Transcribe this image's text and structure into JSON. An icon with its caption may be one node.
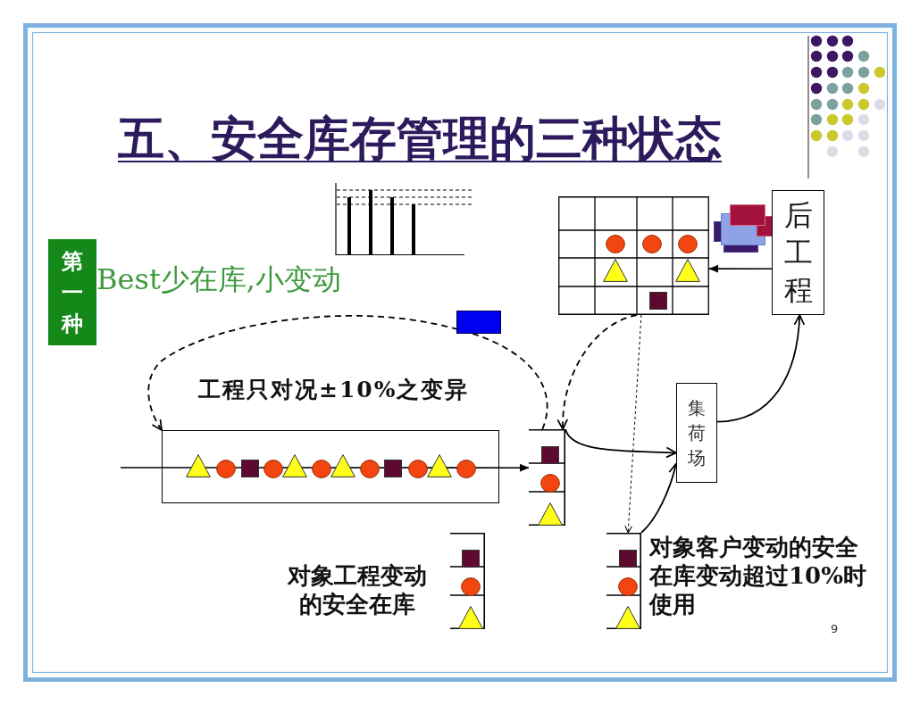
{
  "diagram": {
    "title": "五、安全库存管理的三种状态",
    "nodes": [
      {
        "text": [
          "第一种"
        ],
        "beside": [
          "Best少在库,小变动"
        ]
      },
      {
        "text": [],
        "shape": "grid"
      },
      {
        "text": [
          "后工程"
        ]
      },
      {
        "text": [
          "集荷场"
        ]
      },
      {
        "text": [],
        "shape": "box"
      },
      {
        "text": [],
        "shape": "shelf"
      },
      {
        "text": [],
        "shape": "shelf",
        "beside": [
          "对象工程变动的安全在库"
        ]
      },
      {
        "text": [],
        "shape": "shelf",
        "beside": [
          "对象客户变动的安全在库变动超过10%时使用"
        ]
      }
    ],
    "edges": [
      {
        "from": 5,
        "to": 4,
        "arrow": "to",
        "style": "dashed"
      },
      {
        "from": 1,
        "to": 5,
        "arrow": "to",
        "style": "dashed"
      },
      {
        "from": 1,
        "to": 7,
        "arrow": "to",
        "style": "dashed"
      },
      {
        "from": null,
        "to": 5,
        "arrow": "to"
      },
      {
        "from": 5,
        "to": 3,
        "arrow": "to"
      },
      {
        "from": 7,
        "to": 3,
        "arrow": "to"
      },
      {
        "from": 3,
        "to": 2,
        "arrow": "to"
      },
      {
        "from": 2,
        "to": 1,
        "arrow": "to"
      }
    ],
    "labels": [
      "工程只对况±10%之变异",
      "9"
    ]
  }
}
